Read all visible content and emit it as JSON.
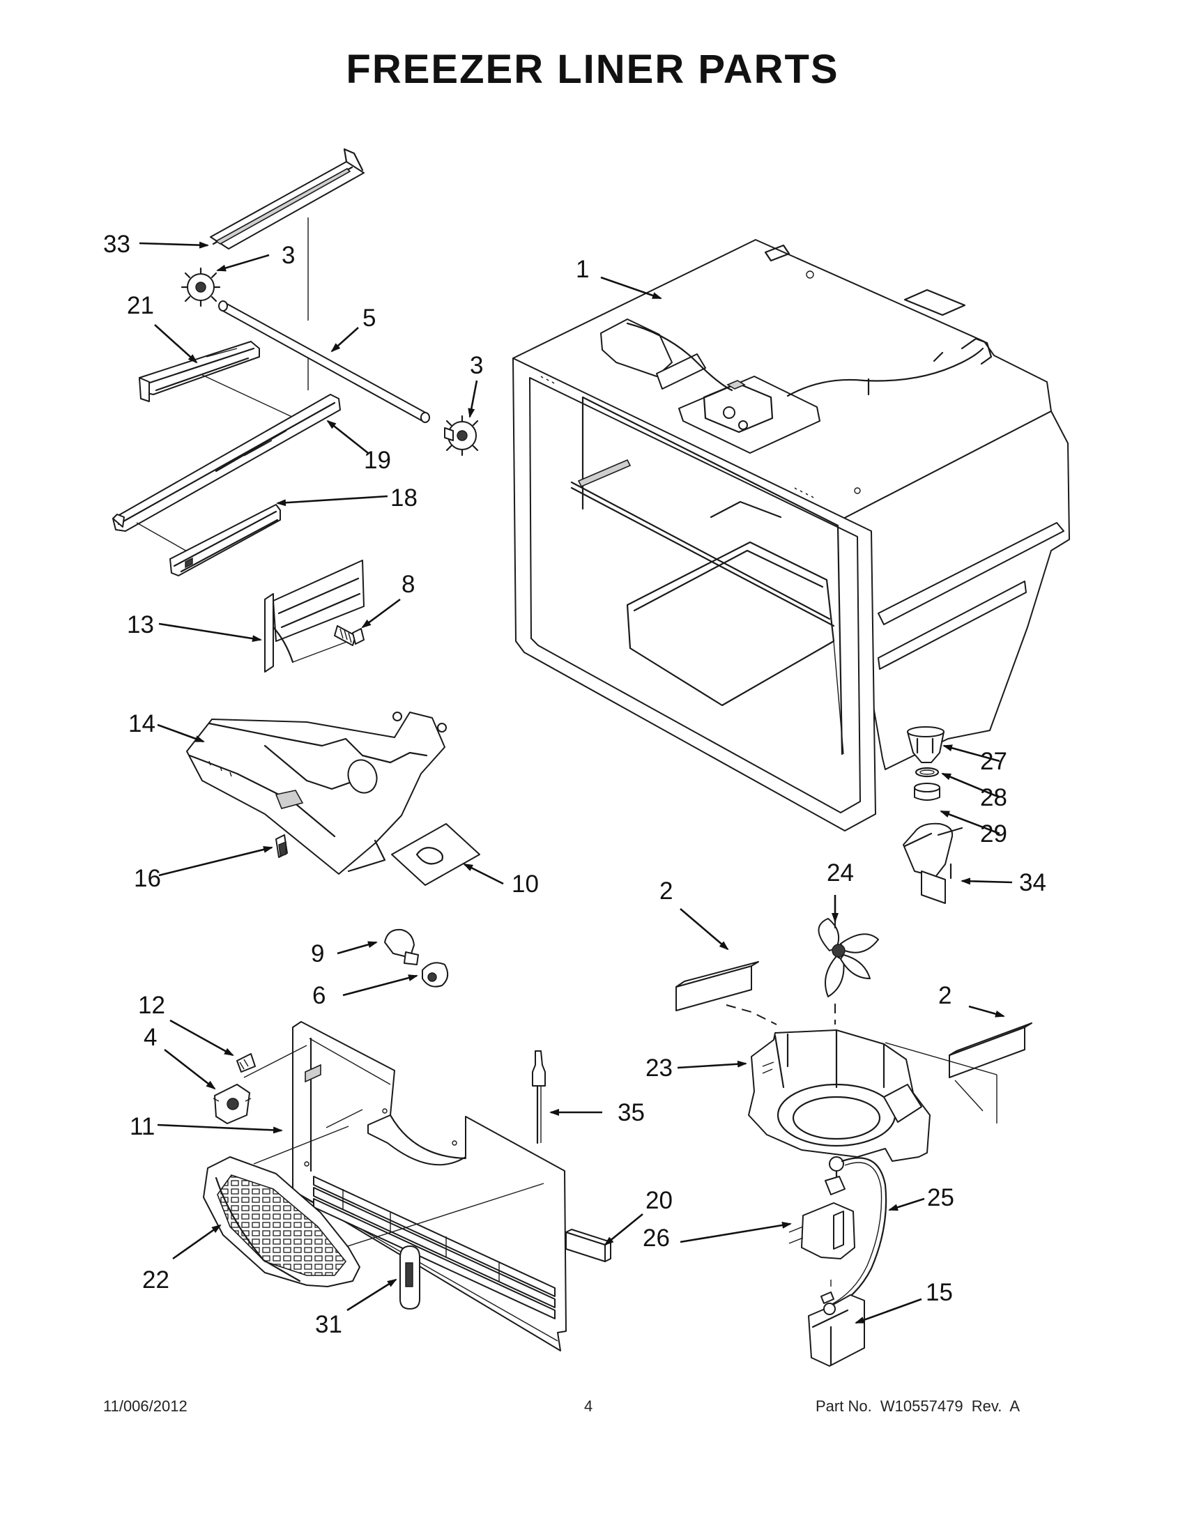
{
  "page_title": "FREEZER LINER PARTS",
  "callouts": {
    "c1": "1",
    "c2a": "2",
    "c2b": "2",
    "c3a": "3",
    "c3b": "3",
    "c4": "4",
    "c5": "5",
    "c6": "6",
    "c8": "8",
    "c9": "9",
    "c10": "10",
    "c11": "11",
    "c12": "12",
    "c13": "13",
    "c14": "14",
    "c15": "15",
    "c16": "16",
    "c18": "18",
    "c19": "19",
    "c20": "20",
    "c21": "21",
    "c22": "22",
    "c23": "23",
    "c24": "24",
    "c25": "25",
    "c26": "26",
    "c27": "27",
    "c28": "28",
    "c29": "29",
    "c31": "31",
    "c33": "33",
    "c34": "34",
    "c35": "35"
  },
  "footer": {
    "date": "11/006/2012",
    "page_number": "4",
    "part_info": "Part No.  W10557479  Rev.  A"
  }
}
